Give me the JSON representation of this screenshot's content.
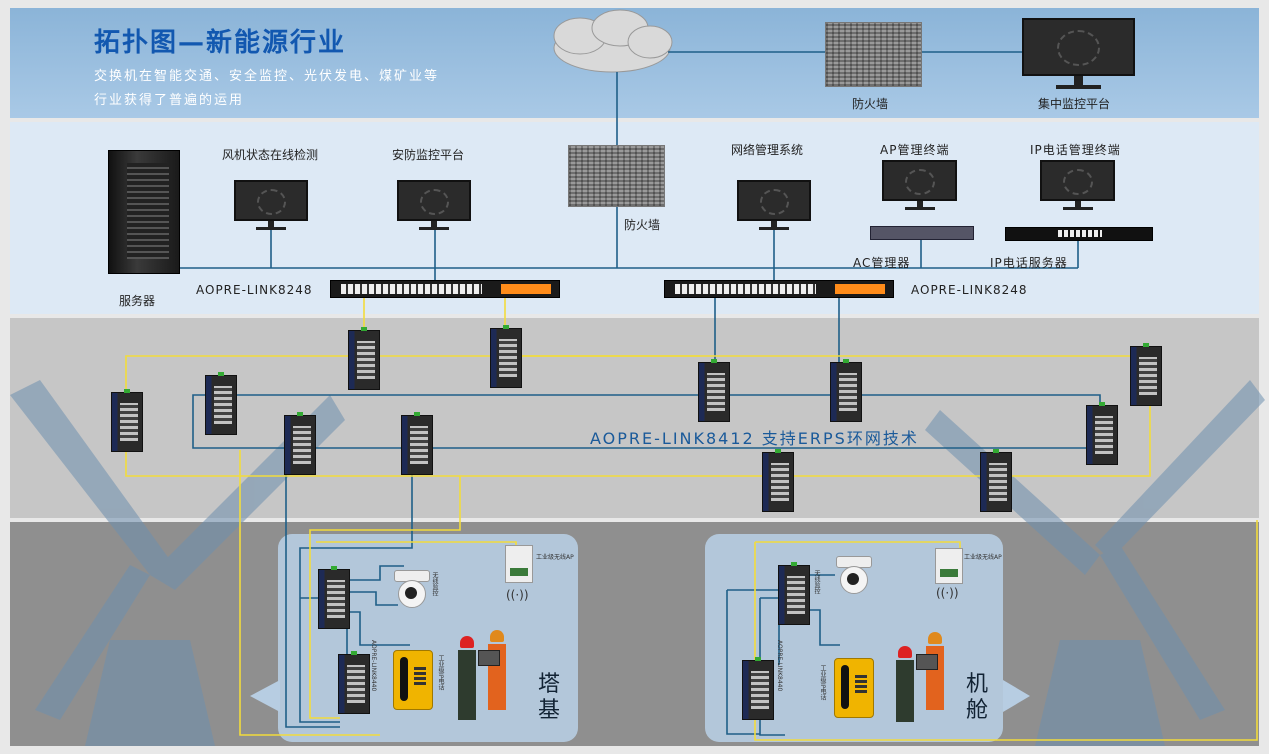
{
  "header": {
    "title": "拓扑图—新能源行业",
    "subtitle_line1": "交换机在智能交通、安全监控、光伏发电、煤矿业等",
    "subtitle_line2": "行业获得了普遍的运用"
  },
  "top_tier": {
    "firewall_label": "防火墙",
    "monitor_platform_label": "集中监控平台"
  },
  "core_tier": {
    "server_label": "服务器",
    "wind_monitor_label": "风机状态在线检测",
    "security_platform_label": "安防监控平台",
    "firewall_label": "防火墙",
    "network_mgmt_label": "网络管理系统",
    "ap_terminal_label": "AP管理终端",
    "ip_phone_terminal_label": "IP电话管理终端",
    "ac_label": "AC管理器",
    "ip_phone_server_label": "IP电话服务器",
    "switch_left_label": "AOPRE-LINK8248",
    "switch_right_label": "AOPRE-LINK8248"
  },
  "ring_tier": {
    "ring_label": "AOPRE-LINK8412 支持ERPS环网技术"
  },
  "field_tier": {
    "tower": {
      "zone_label_line1": "塔",
      "zone_label_line2": "基",
      "camera_label": "无线监控",
      "ap_label": "工业级无线AP",
      "phone_label": "工业级IP电话",
      "switch_label": "AOPRE-LINK8440"
    },
    "nacelle": {
      "zone_label_line1": "机",
      "zone_label_line2": "舱",
      "camera_label": "无线监控",
      "ap_label": "工业级无线AP",
      "phone_label": "工业级IP电话",
      "switch_label": "AOPRE-LINK8440"
    }
  },
  "colors": {
    "link_blue": "#1f5f88",
    "link_yellow": "#f2dc3c",
    "title_blue": "#1258b0"
  }
}
